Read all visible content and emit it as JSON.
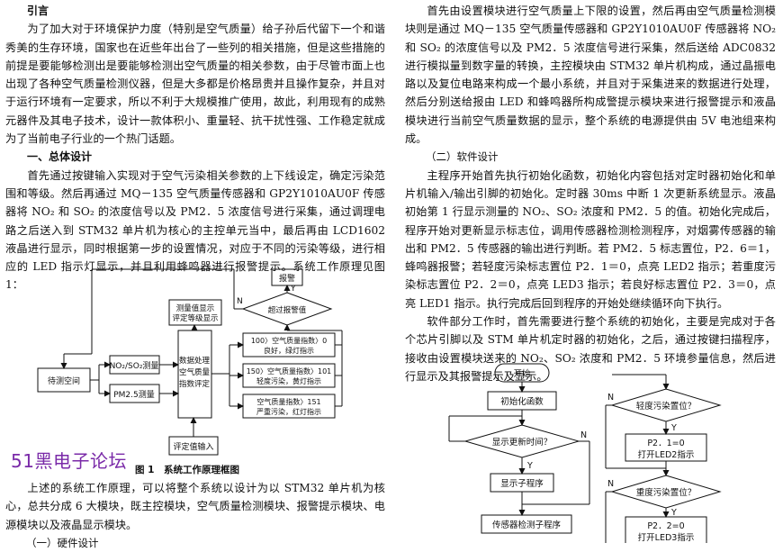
{
  "left": {
    "intro_heading": "引言",
    "intro_para": "为了加大对于环境保护力度（特别是空气质量）给子孙后代留下一个和谐秀美的生存环境，国家也在近些年出台了一些列的相关措施，但是这些措施的前提是要能够检测出是要能够检测出空气质量的相关参数，由于尽管市面上也出现了各种空气质量检测仪器，但是大多都是价格昂贵并且操作复杂，并且对于运行环境有一定要求，所以不利于大规模推广使用，故此，利用现有的成熟元器件及其电子技术，设计一款体积小、重量轻、抗干扰性强、工作稳定就成为了当前电子行业的一个热门话题。",
    "sec1_heading": "一、总体设计",
    "sec1_para": "首先通过按键输入实现对于空气污染相关参数的上下线设定，确定污染范围和等级。然后再通过 MQ－135 空气质量传感器和 GP2Y1010AU0F 传感器将 NO₂ 和 SO₂ 的浓度信号以及 PM2．5 浓度信号进行采集，通过调理电路之后送入到 STM32 单片机为核心的主控单元当中，最后再由 LCD1602 液晶进行显示，同时根据第一步的设置情况，对应于不同的污染等级，进行相应的 LED 指示灯显示，并且利用蜂鸣器进行报警提示。系统工作原理见图 1：",
    "after_fig_para": "上述的系统工作原理，可以将整个系统以设计为以 STM32 单片机为核心，总共分成 6 大模块，既主控模块，空气质量检测模块、报警提示模块、电源模块以及液晶显示模块。",
    "sub1": "（一）硬件设计"
  },
  "figure1": {
    "caption": "图 1　系统工作原理框图",
    "detect_space": "待测空间",
    "no2_so2": "NO₂/SO₂测量",
    "pm25": "PM2.5测量",
    "process_l1": "数据处理",
    "process_l2": "空气质量",
    "process_l3": "指数评定",
    "display_l1": "测量值显示",
    "display_l2": "评定等级显示",
    "alarm": "报警",
    "exceed": "超过报警值",
    "n_label": "N",
    "y_label": "Y",
    "r1_l1": "100〉空气质量指数〉0",
    "r1_l2": "良好，绿灯指示",
    "r2_l1": "150〉空气质量指数〉101",
    "r2_l2": "轻度污染，黄灯指示",
    "r3_l1": "空气质量指数〉151",
    "r3_l2": "严重污染，红灯指示",
    "input": "评定值输入"
  },
  "logo": "51黑电子论坛",
  "right": {
    "para1": "首先由设置模块进行空气质量上下限的设置，然后再由空气质量检测模块则是通过 MQ－135 空气质量传感器和 GP2Y1010AU0F 传感器将 NO₂ 和 SO₂ 的浓度信号以及 PM2．5 浓度信号进行采集，然后送给 ADC0832 进行模拟量到数字量的转换，主控模块由 STM32 单片机构成，通过晶振电路以及复位电路来构成一个最小系统，并且对于采集进来的数据进行处理，然后分别送给报由 LED 和蜂鸣器所构成警提示模块来进行报警提示和液晶模块进行当前空气质量数据的显示，整个系统的电源提供由 5V 电池组来构成。",
    "sub2": "（二）软件设计",
    "para2": "主程序开始首先执行初始化函数，初始化内容包括对定时器初始化和单片机输入/输出引脚的初始化。定时器 30ms 中断 1 次更新系统显示。液晶初始第 1 行显示测量的 NO₂、SO₂ 浓度和 PM2．5 的值。初始化完成后，程序开始对更新显示标志位，调用传感器检测检测程序，对烟雾传感器的输出和 PM2．5 传感器的输出进行判断。若 PM2．5 标志置位，P2．6＝1，蜂鸣器报警；若轻度污染标志置位 P2．1＝0，点亮 LED2 指示；若重度污染标志置位 P2．2＝0，点亮 LED3 指示；若良好标志置位 P2．3＝0，点亮 LED1 指示。执行完成后回到程序的开始处继续循环向下执行。",
    "para3": "软件部分工作时，首先需要进行整个系统的初始化，主要是完成对于各个芯片引脚以及 STM 单片机定时器的初始化，之后，通过按键扫描程序，接收由设置模块送来的 NO₂、SO₂ 浓度和 PM2．5 环境参量信息，然后进行显示及其报警提示及显示。"
  },
  "figure2": {
    "start": "开始",
    "init": "初始化函数",
    "update_q": "显示更新时间？",
    "display_sub": "显示子程序",
    "sensor_sub": "传感器检测子程序",
    "light_q": "轻度污染置位？",
    "p21": "P2．1=0",
    "led2": "打开LED2指示",
    "heavy_q": "重度污染置位？",
    "p22": "P2．2=0",
    "led3": "打开LED3指示",
    "y": "Y",
    "n": "N"
  }
}
